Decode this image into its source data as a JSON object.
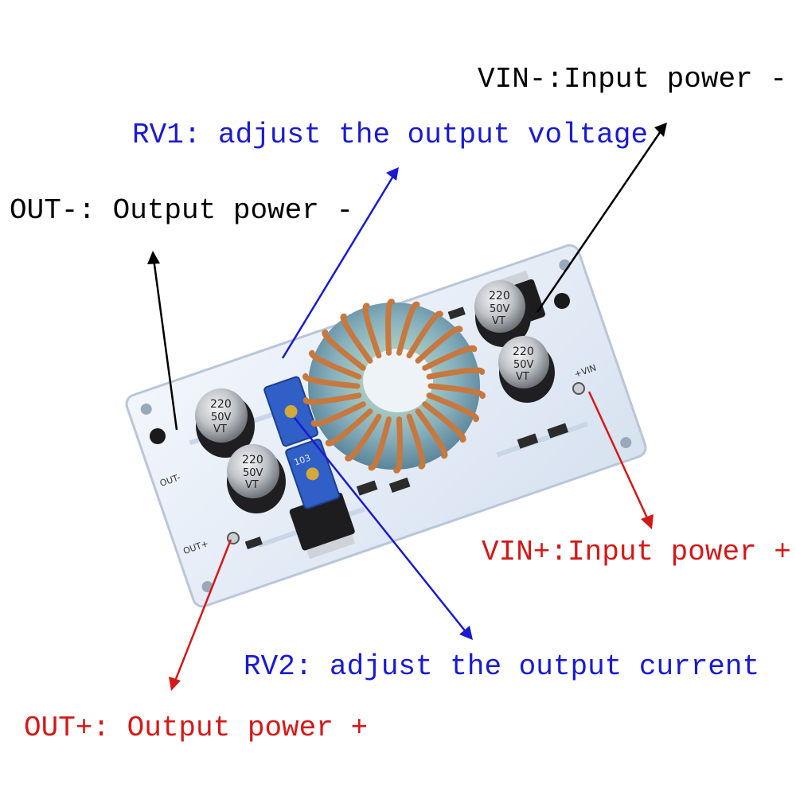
{
  "colors": {
    "black_label": "#000000",
    "blue_label": "#1a1ad0",
    "red_label": "#d41818",
    "pcb": "#e9f0fa",
    "toroid_core": "#6a93a8",
    "copper": "#c7783f",
    "potentiometer": "#2f5fc7"
  },
  "labels": {
    "vin_minus": "VIN-:Input power -",
    "rv1": "RV1: adjust the output voltage",
    "out_minus": "OUT-: Output power -",
    "vin_plus": "VIN+:Input power +",
    "rv2": "RV2: adjust the output current",
    "out_plus": "OUT+: Output power +"
  },
  "board": {
    "capacitor_value": "220",
    "capacitor_voltage": "50V",
    "capacitor_brand": "VT",
    "pot_code": "103",
    "out_minus_silk": "OUT-",
    "out_plus_silk": "OUT+",
    "vin_plus_silk": "+VIN"
  },
  "icons": [
    "arrow-icon",
    "toroid-inductor-icon",
    "capacitor-icon",
    "potentiometer-icon",
    "mosfet-icon"
  ]
}
